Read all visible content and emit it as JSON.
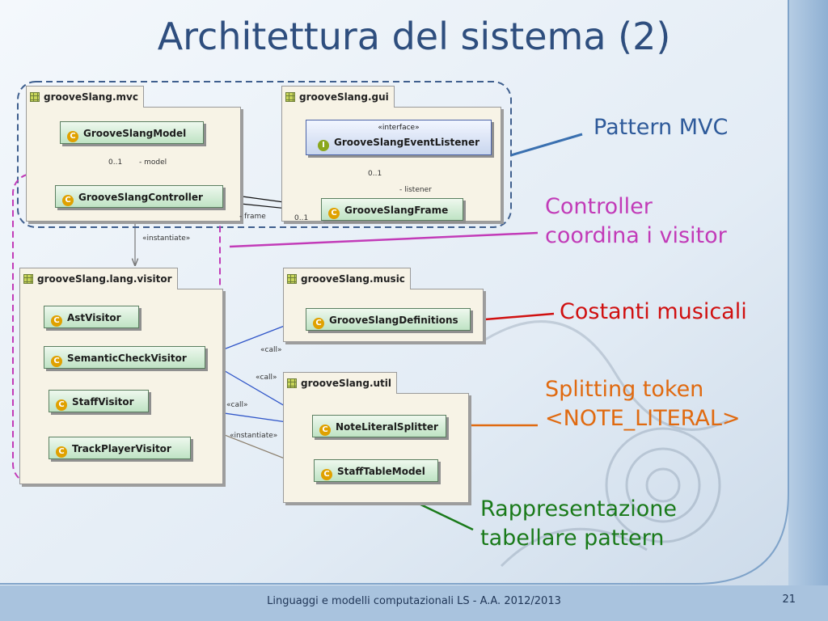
{
  "slide": {
    "title": "Architettura del sistema (2)",
    "footer": "Linguaggi e modelli computazionali LS - A.A. 2012/2013",
    "page_number": "21"
  },
  "diagram": {
    "packages": {
      "mvc": "grooveSlang.mvc",
      "gui": "grooveSlang.gui",
      "visitor": "grooveSlang.lang.visitor",
      "music": "grooveSlang.music",
      "util": "grooveSlang.util"
    },
    "classes": {
      "model": "GrooveSlangModel",
      "controller": "GrooveSlangController",
      "listener_stereotype": "«interface»",
      "listener": "GrooveSlangEventListener",
      "frame": "GrooveSlangFrame",
      "ast_visitor": "AstVisitor",
      "semantic_check_visitor": "SemanticCheckVisitor",
      "staff_visitor": "StaffVisitor",
      "track_player_visitor": "TrackPlayerVisitor",
      "definitions": "GrooveSlangDefinitions",
      "note_literal_splitter": "NoteLiteralSplitter",
      "staff_table_model": "StaffTableModel"
    },
    "edge_labels": {
      "model_mult": "0..1",
      "model_role": "- model",
      "listener_mult": "0..1",
      "listener_role": "- listener",
      "frame_role": "- frame",
      "frame_mult": "0..1",
      "instantiate_1": "«instantiate»",
      "instantiate_2": "«instantiate»",
      "call_1": "«call»",
      "call_2": "«call»",
      "call_3": "«call»"
    },
    "icon_names": {
      "class": "class-icon",
      "interface": "interface-icon",
      "package": "package-icon"
    }
  },
  "callouts": {
    "mvc": "Pattern MVC",
    "controller_line1": "Controller",
    "controller_line2": "coordina i visitor",
    "definitions": "Costanti musicali",
    "splitter_line1": "Splitting token",
    "splitter_line2": "<NOTE_LITERAL>",
    "table_line1": "Rappresentazione",
    "table_line2": "tabellare pattern"
  },
  "colors": {
    "title": "#2e4e7e",
    "mvc_callout": "#2e5a9a",
    "controller_callout": "#c23bb8",
    "definitions_callout": "#d01010",
    "splitter_callout": "#e06a10",
    "table_callout": "#1a7a1a"
  }
}
